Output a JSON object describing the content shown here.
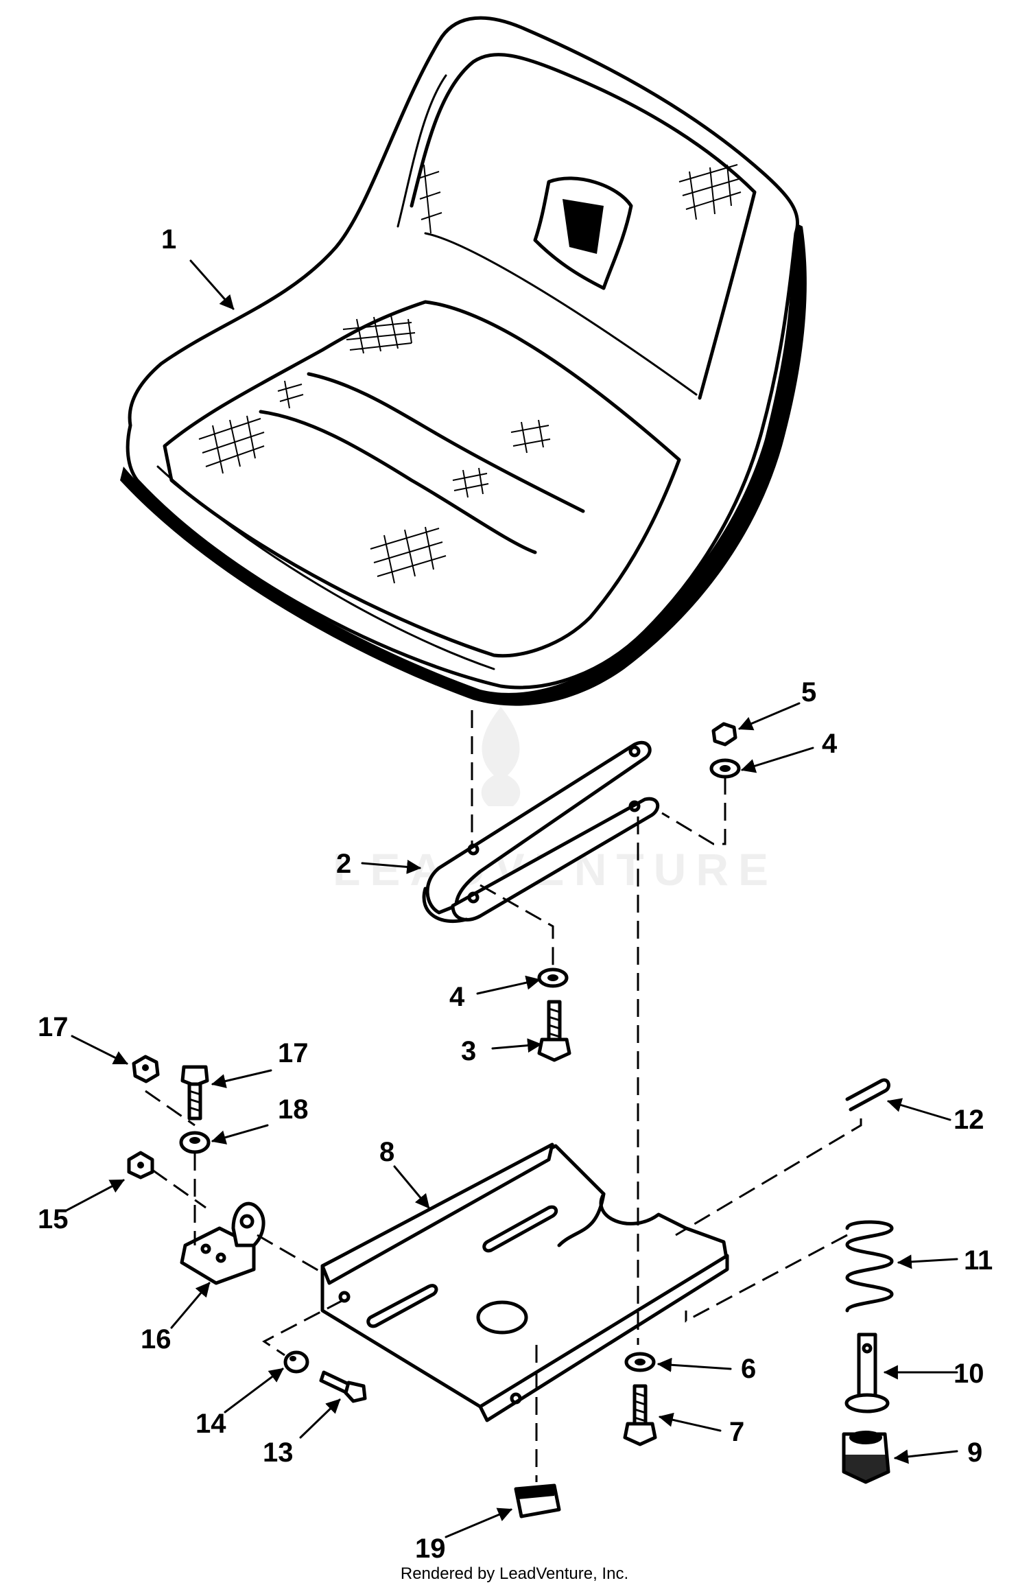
{
  "watermark": {
    "text": "LEADVENTURE"
  },
  "footer": {
    "text": "Rendered by LeadVenture, Inc."
  },
  "callouts": {
    "c1": "1",
    "c2": "2",
    "c3": "3",
    "c4a": "4",
    "c4b": "4",
    "c5": "5",
    "c6": "6",
    "c7": "7",
    "c8": "8",
    "c9": "9",
    "c10": "10",
    "c11": "11",
    "c12": "12",
    "c13": "13",
    "c14": "14",
    "c15": "15",
    "c16": "16",
    "c17a": "17",
    "c17b": "17",
    "c18": "18",
    "c19": "19"
  }
}
